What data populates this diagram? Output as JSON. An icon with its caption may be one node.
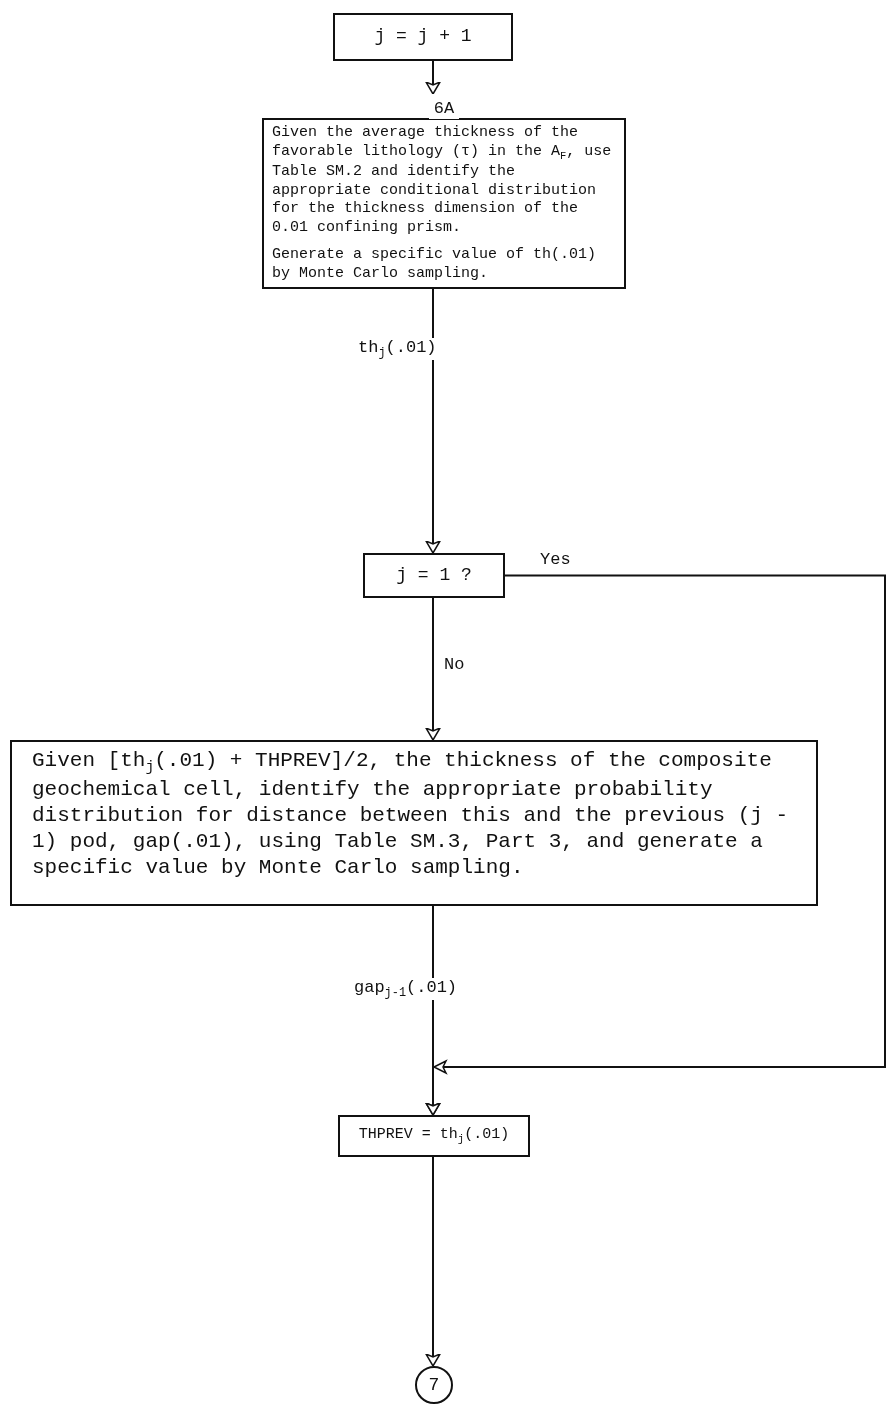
{
  "diagram": {
    "nodes": [
      {
        "text": [
          "j = j + 1"
        ]
      },
      {
        "text": [
          "6A",
          "Given the average thickness of the favorable lithology (τ) in the A$_{F}$, use Table SM.2 and identify the appropriate conditional distribution for the thickness dimension of the 0.01 confining prism.",
          "Generate a specific value of th(.01) by Monte Carlo sampling."
        ]
      },
      {
        "text": [
          "j = 1 ?"
        ]
      },
      {
        "text": [
          "Given [th$_{j}$(.01) + THPREV]/2, the thickness of the composite geochemical cell, identify the appropriate probability distribution for distance between this and the previous (j - 1) pod, gap(.01), using Table SM.3, Part 3, and generate a specific value by Monte Carlo sampling."
        ]
      },
      {
        "text": [
          "THPREV = th$_{j}$(.01)"
        ]
      },
      {
        "text": [
          "7"
        ]
      }
    ],
    "edges": [
      {
        "from": 0,
        "to": 1,
        "arrow": "to"
      },
      {
        "from": 1,
        "to": 2,
        "arrow": "to",
        "label": "th$_{j}$(.01)"
      },
      {
        "from": 2,
        "to": 3,
        "arrow": "to",
        "label": "No"
      },
      {
        "from": 2,
        "to": 4,
        "arrow": "to",
        "label": "Yes"
      },
      {
        "from": 3,
        "to": 4,
        "arrow": "to",
        "label": "gap$_{j-1}$(.01)"
      },
      {
        "from": 4,
        "to": 5,
        "arrow": "to"
      }
    ]
  }
}
